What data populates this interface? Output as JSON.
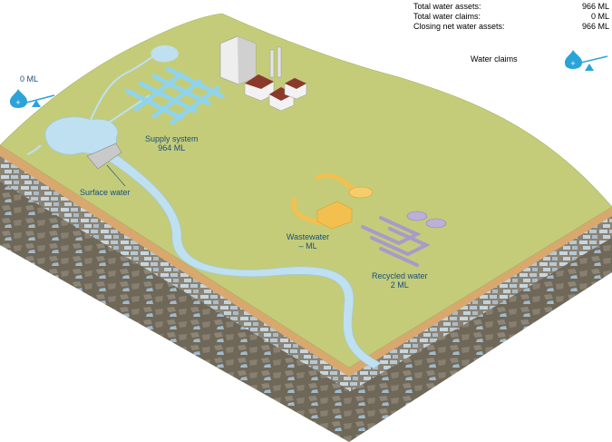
{
  "summary": {
    "total_assets_label": "Total water assets:",
    "total_assets_value": "966 ML",
    "total_claims_label": "Total water claims:",
    "total_claims_value": "0 ML",
    "closing_label": "Closing net water assets:",
    "closing_value": "966 ML"
  },
  "water_claims": {
    "label": "Water claims"
  },
  "left_balance": {
    "value": "0 ML"
  },
  "supply_system": {
    "label": "Supply system",
    "value": "964 ML"
  },
  "surface_water": {
    "label": "Surface water"
  },
  "wastewater": {
    "label": "Wastewater",
    "value": "– ML"
  },
  "recycled_water": {
    "label": "Recycled water",
    "value": "2 ML"
  },
  "colors": {
    "grass": "#c4cc7a",
    "soil": "#d9a86e",
    "rock": "#7d7466",
    "water": "#bfe0f0",
    "label_blue": "#1a4f7a",
    "icon_blue": "#2aa3d8",
    "pipe_orange": "#f3c04f",
    "recycled_purple": "#a89bc9"
  }
}
